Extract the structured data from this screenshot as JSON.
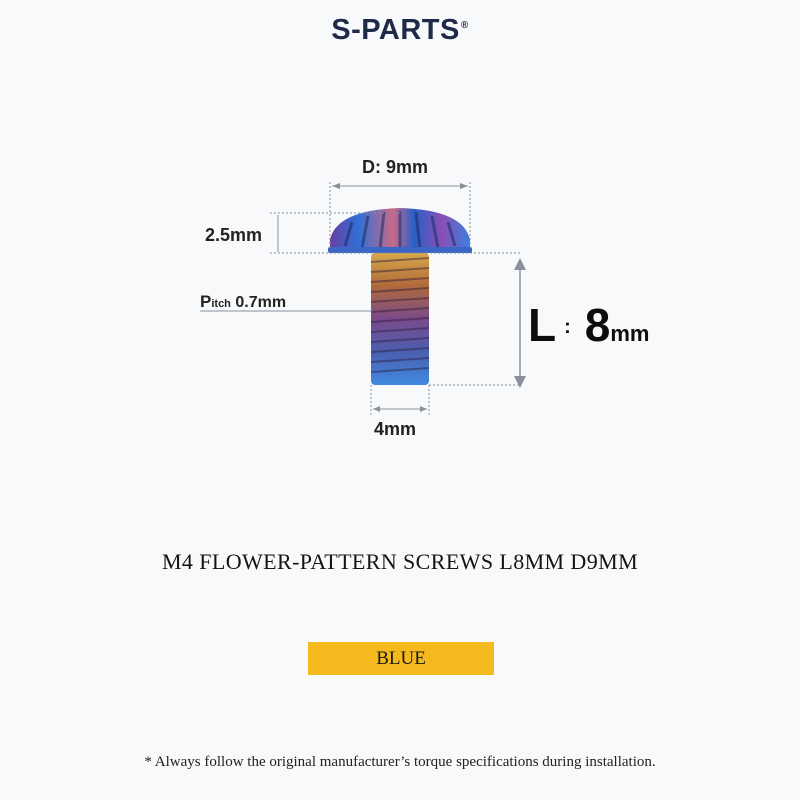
{
  "brand": {
    "name": "S-PARTS",
    "registered_mark": "®"
  },
  "dimensions": {
    "diameter_label": "D: 9mm",
    "head_height_label": "2.5mm",
    "pitch_prefix": "P",
    "pitch_prefix_small": "itch",
    "pitch_value": "0.7mm",
    "thread_width_label": "4mm",
    "length_letter": "L",
    "length_colon": ":",
    "length_value": "8",
    "length_unit": "mm"
  },
  "product": {
    "title": "M4 FLOWER-PATTERN SCREWS L8MM D9MM",
    "color_badge": "BLUE",
    "accent_color": "#f4b91c"
  },
  "footer": {
    "note": "* Always follow the original manufacturer’s torque specifications during installation."
  }
}
